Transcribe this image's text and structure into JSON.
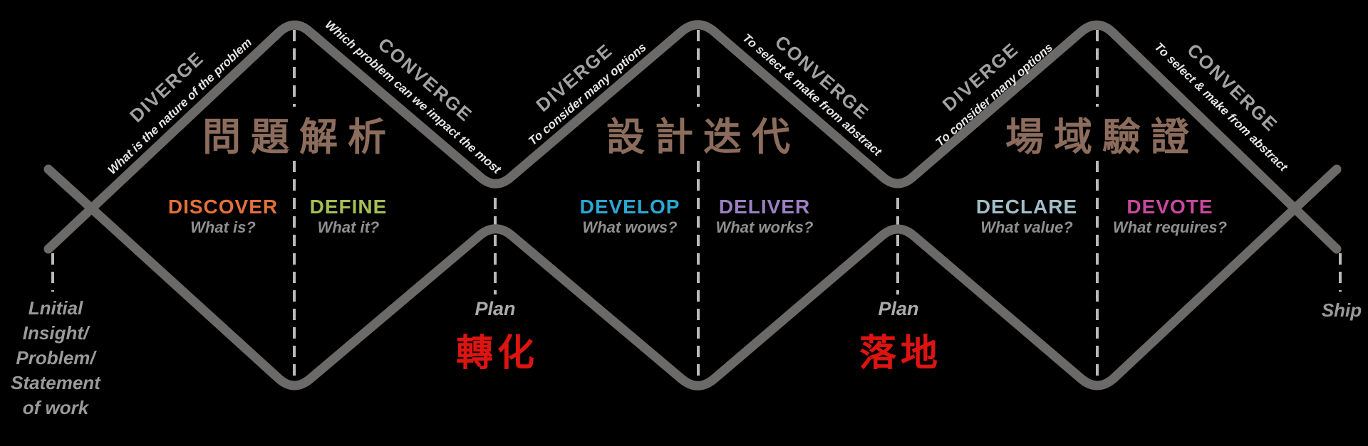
{
  "colors": {
    "background": "#000000",
    "line": "#6B6A68",
    "dash": "#B9B9B9",
    "title_brown": "#8C6C5C",
    "transition_red": "#DE1411"
  },
  "endpoints": {
    "start_lines": [
      "Lnitial",
      "Insight/",
      "Problem/",
      "Statement",
      "of work"
    ],
    "end_label": "Ship"
  },
  "junctions": [
    {
      "plan_label": "Plan",
      "title": "轉化"
    },
    {
      "plan_label": "Plan",
      "title": "落地"
    }
  ],
  "diamonds": [
    {
      "title": "問題解析",
      "diverge": {
        "label": "DIVERGE",
        "caption": "What is the nature of the problem"
      },
      "converge": {
        "label": "CONVERGE",
        "caption": "Which problem can we impact the most"
      },
      "left_phase": {
        "name": "DISCOVER",
        "color": "#E2713A",
        "question": "What is?"
      },
      "right_phase": {
        "name": "DEFINE",
        "color": "#A6BF55",
        "question": "What it?"
      }
    },
    {
      "title": "設計迭代",
      "diverge": {
        "label": "DIVERGE",
        "caption": "To consider many options"
      },
      "converge": {
        "label": "CONVERGE",
        "caption": "To select & make from abstract"
      },
      "left_phase": {
        "name": "DEVELOP",
        "color": "#2AA8D3",
        "question": "What wows?"
      },
      "right_phase": {
        "name": "DELIVER",
        "color": "#9C80C3",
        "question": "What works?"
      }
    },
    {
      "title": "場域驗證",
      "diverge": {
        "label": "DIVERGE",
        "caption": "To consider many options"
      },
      "converge": {
        "label": "CONVERGE",
        "caption": "To select & make from abstract"
      },
      "left_phase": {
        "name": "DECLARE",
        "color": "#A2BEC7",
        "question": "What value?"
      },
      "right_phase": {
        "name": "DEVOTE",
        "color": "#C9489F",
        "question": "What requires?"
      }
    }
  ]
}
